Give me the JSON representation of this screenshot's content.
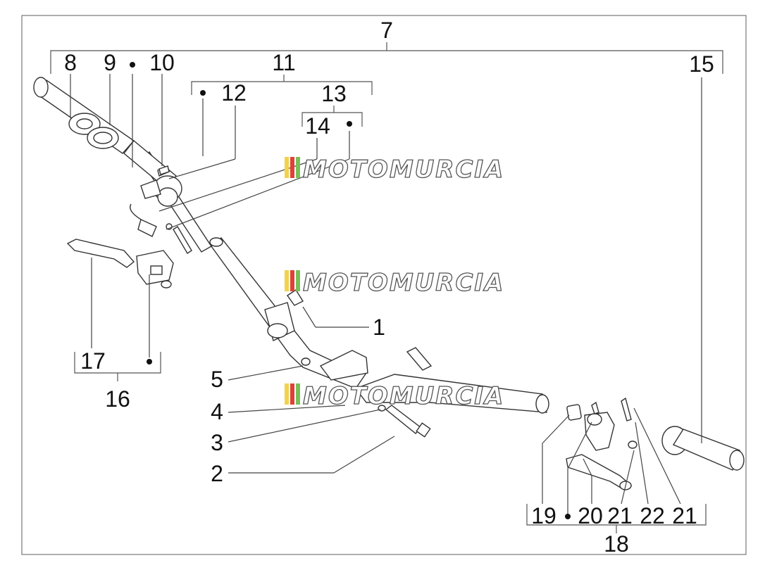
{
  "diagram": {
    "labels": {
      "l1": "1",
      "l2": "2",
      "l3": "3",
      "l4": "4",
      "l5": "5",
      "l7": "7",
      "l8": "8",
      "l9": "9",
      "l10": "10",
      "l11": "11",
      "l12": "12",
      "l13": "13",
      "l14": "14",
      "l15": "15",
      "l16": "16",
      "l17": "17",
      "l18": "18",
      "l19": "19",
      "l20": "20",
      "l21a": "21",
      "l22": "22",
      "l21b": "21"
    },
    "watermark": "MOTOMURCIA",
    "colors": {
      "line": "#444444",
      "watermark_text": "#ffffff",
      "watermark_outline": "#555555",
      "stripe_yellow": "#f2d24b",
      "stripe_red": "#e0413a",
      "stripe_green": "#78c15a"
    }
  }
}
